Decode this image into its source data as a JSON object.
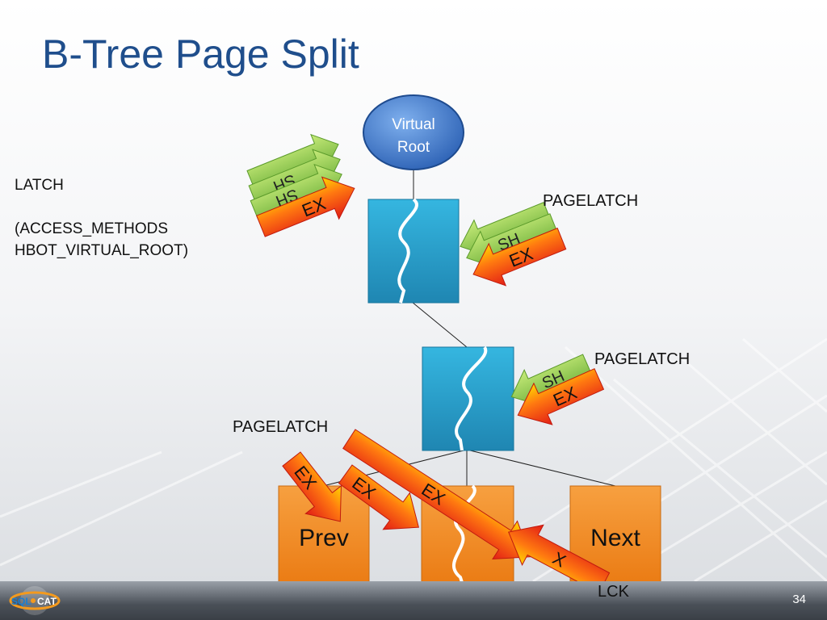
{
  "slide": {
    "title": "B-Tree Page Split",
    "page_number": "34"
  },
  "labels": {
    "latch": "LATCH",
    "latch_class_line1": "(ACCESS_METHODS",
    "latch_class_line2": "HBOT_VIRTUAL_ROOT)",
    "pagelatch_top": "PAGELATCH",
    "pagelatch_mid": "PAGELATCH",
    "pagelatch_left": "PAGELATCH",
    "lck": "LCK"
  },
  "nodes": {
    "virtual_root_line1": "Virtual",
    "virtual_root_line2": "Root",
    "prev": "Prev",
    "next": "Next"
  },
  "arrows": {
    "sh": "SH",
    "ex": "EX",
    "x": "X"
  },
  "logo": {
    "text_left": "SQL",
    "text_right": "CAT"
  },
  "colors": {
    "title": "#1f4e8c",
    "root_fill": "#3f77c7",
    "page_blue": "#2aa0cc",
    "page_orange": "#f08a24",
    "arrow_green": "#7cc043",
    "arrow_red": "#e8281a",
    "arrow_yellow": "#ffd400"
  }
}
